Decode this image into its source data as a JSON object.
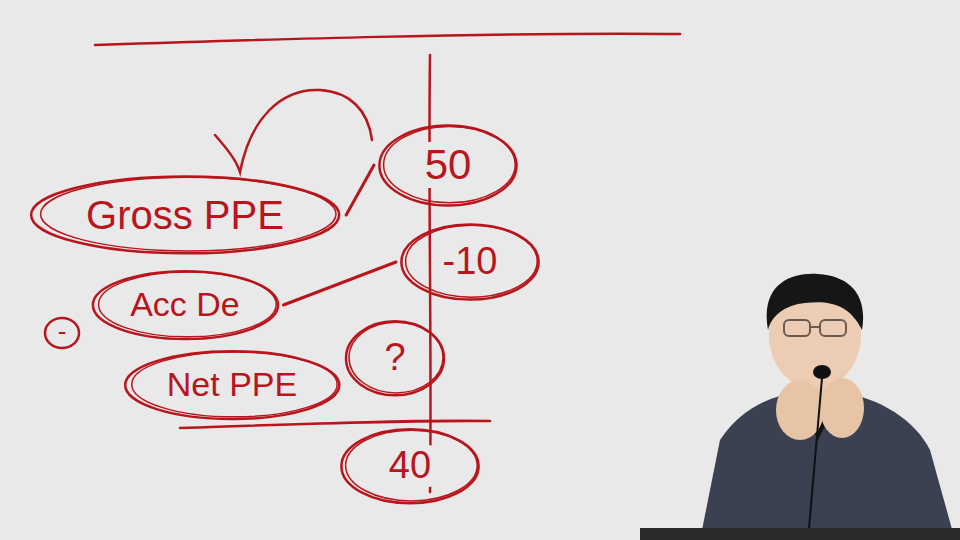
{
  "diagram": {
    "nodes": [
      {
        "text": [
          "Gross PPE"
        ]
      },
      {
        "text": [
          "50"
        ]
      },
      {
        "text": [
          "Acc De"
        ]
      },
      {
        "text": [
          "-10"
        ]
      },
      {
        "text": [
          "Net PPE"
        ]
      },
      {
        "text": [
          "?"
        ]
      },
      {
        "text": [
          "40"
        ]
      }
    ],
    "edges": [
      {
        "from": 0,
        "to": 1,
        "arrow": "none"
      },
      {
        "from": 2,
        "to": 3,
        "arrow": "none"
      }
    ],
    "labels": [
      "-"
    ]
  }
}
